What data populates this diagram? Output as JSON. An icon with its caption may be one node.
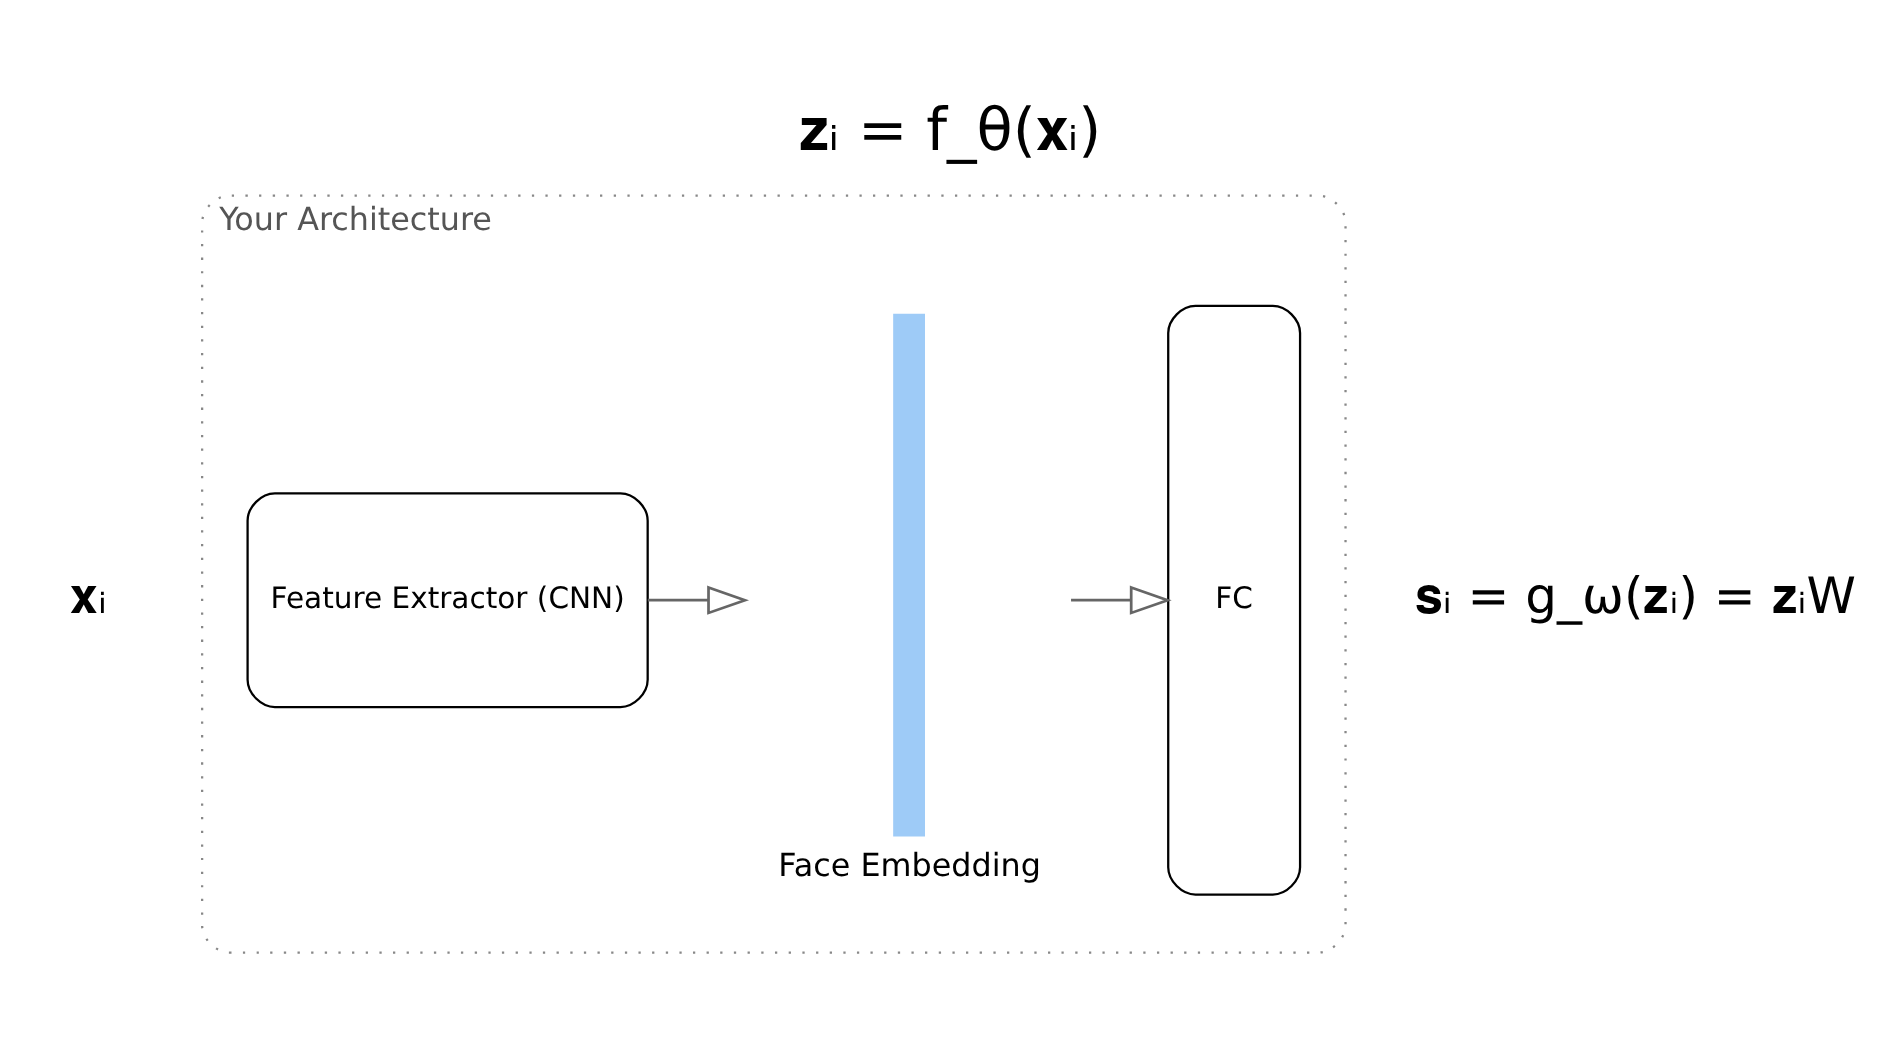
{
  "diagram": {
    "title": "𝐳ᵢ = f_θ(𝐱ᵢ)",
    "nodes": [
      {
        "text": [
          "Your Architecture"
        ]
      },
      {
        "text": [
          "Feature Extractor (CNN)"
        ],
        "in": 0
      },
      {
        "text": [
          "Face Embedding"
        ],
        "in": 0
      },
      {
        "text": [
          "FC"
        ],
        "in": 0
      }
    ],
    "edges": [
      {
        "from": 1,
        "to": 2,
        "arrow": "to"
      },
      {
        "from": 2,
        "to": 3,
        "arrow": "to"
      }
    ],
    "labels": [
      "𝐱ᵢ",
      "𝐬ᵢ = g_ω(𝐳ᵢ) = 𝐳ᵢW"
    ]
  }
}
